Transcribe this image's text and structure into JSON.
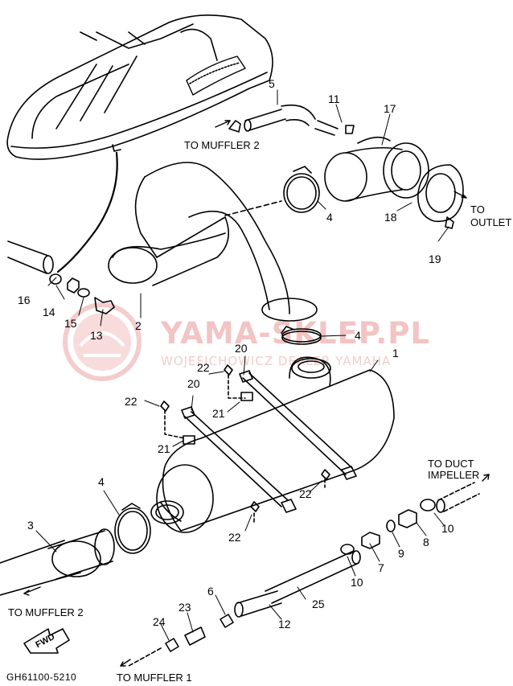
{
  "watermark": {
    "brand": "YAMA-SKLEP.PL",
    "subtitle": "WOJEFICHOWICZ DEALER YAMAHA"
  },
  "callouts": {
    "to_muffler_2_top": "TO MUFFLER 2",
    "to_outlet": "TO\nOUTLET",
    "to_duct_impeller": "TO DUCT\nIMPELLER",
    "to_muffler_2_bottom": "TO MUFFLER 2",
    "to_muffler_1": "TO MUFFLER 1",
    "fwd": "FWD",
    "drawing_code": "GH61100-5210"
  },
  "part_numbers": {
    "p1": "1",
    "p2": "2",
    "p3": "3",
    "p4a": "4",
    "p4b": "4",
    "p4c": "4",
    "p5": "5",
    "p6": "6",
    "p7": "7",
    "p8": "8",
    "p9": "9",
    "p10a": "10",
    "p10b": "10",
    "p11": "11",
    "p12": "12",
    "p13": "13",
    "p14": "14",
    "p15": "15",
    "p16": "16",
    "p17": "17",
    "p18": "18",
    "p19": "19",
    "p20a": "20",
    "p20b": "20",
    "p21a": "21",
    "p21b": "21",
    "p22a": "22",
    "p22b": "22",
    "p22c": "22",
    "p22d": "22",
    "p23": "23",
    "p24": "24",
    "p25": "25"
  }
}
